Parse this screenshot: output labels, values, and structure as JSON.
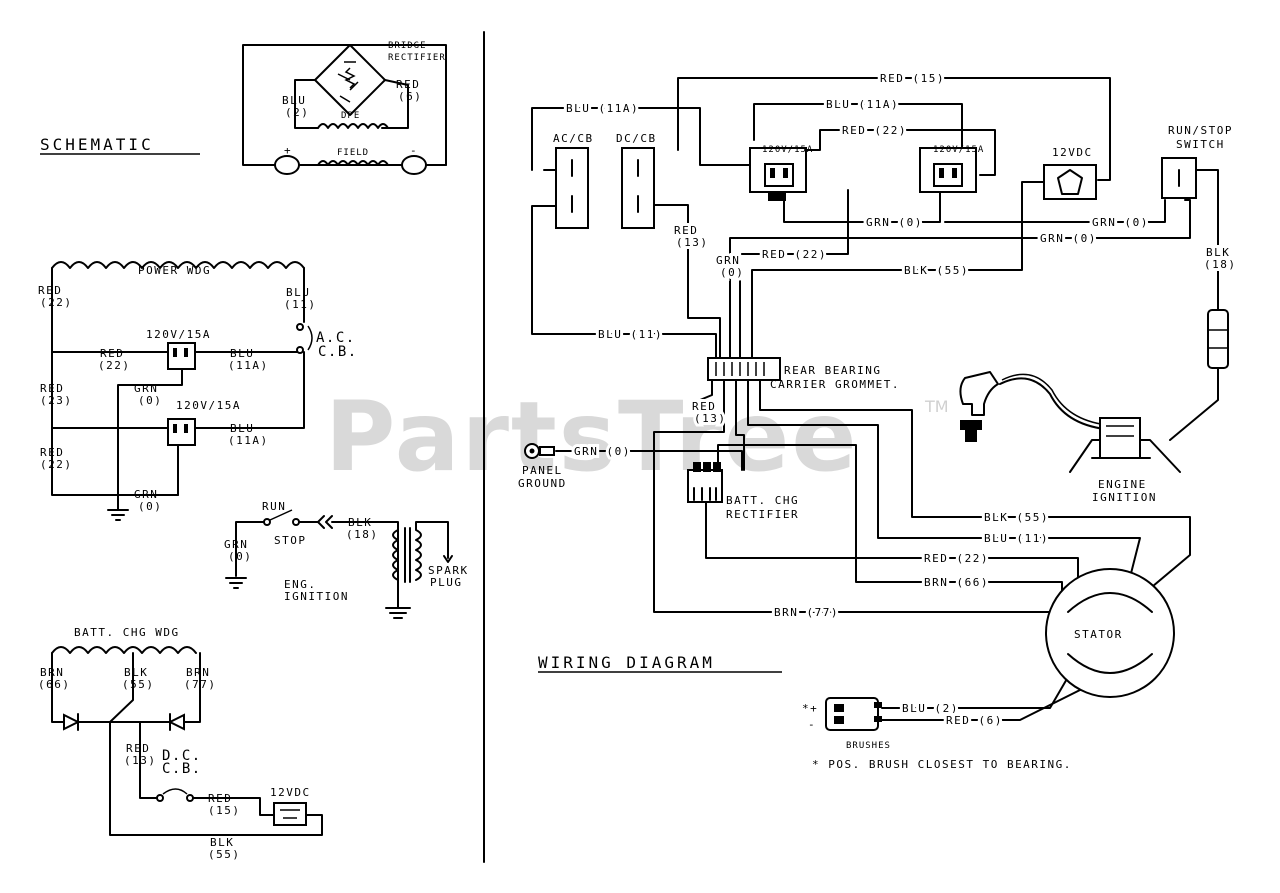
{
  "watermark": {
    "text": "PartsTree",
    "tm": "TM"
  },
  "schematic": {
    "title": "SCHEMATIC",
    "bridge_rectifier": [
      "BRIDGE",
      "RECTIFIER"
    ],
    "blu_2": [
      "BLU",
      "(2)"
    ],
    "red_6": [
      "RED",
      "(6)"
    ],
    "dpe": "DPE",
    "field": "FIELD",
    "plus": "+",
    "minus": "-",
    "power_wdg": "POWER WDG",
    "red_22_a": [
      "RED",
      "(22)"
    ],
    "blu_11": [
      "BLU",
      "(11)"
    ],
    "ac_cb": [
      "A.C.",
      "C.B."
    ],
    "outlet1_label": "120V/15A",
    "red_22_mid": [
      "RED",
      "(22)"
    ],
    "blu_11a_1": [
      "BLU",
      "(11A)"
    ],
    "red_23": [
      "RED",
      "(23)"
    ],
    "grn_0_a": [
      "GRN",
      "(0)"
    ],
    "outlet2_label": "120V/15A",
    "red_22_b": [
      "RED",
      "(22)"
    ],
    "blu_11a_2": [
      "BLU",
      "(11A)"
    ],
    "grn_0_b": [
      "GRN",
      "(0)"
    ],
    "run": "RUN",
    "stop": "STOP",
    "blk_18": [
      "BLK",
      "(18)"
    ],
    "grn_0_c": [
      "GRN",
      "(0)"
    ],
    "spark_plug": [
      "SPARK",
      "PLUG"
    ],
    "eng_ignition": [
      "ENG.",
      "IGNITION"
    ],
    "batt_chg_wdg": "BATT. CHG WDG",
    "brn_66": [
      "BRN",
      "(66)"
    ],
    "blk_55": [
      "BLK",
      "(55)"
    ],
    "brn_77": [
      "BRN",
      "(77)"
    ],
    "red_13": [
      "RED",
      "(13)"
    ],
    "dc_cb": [
      "D.C.",
      "C.B."
    ],
    "red_15": [
      "RED",
      "(15)"
    ],
    "vdc12": "12VDC",
    "blk_55_b": [
      "BLK",
      "(55)"
    ]
  },
  "wiring": {
    "title": "WIRING DIAGRAM",
    "red_15": "RED (15)",
    "blu_11a_top": "BLU (11A)",
    "blu_11a_2": "BLU (11A)",
    "ac_cb": "AC/CB",
    "dc_cb": "DC/CB",
    "red_22_top": "RED (22)",
    "outlet1": "120V/15A",
    "outlet2": "120V/15A",
    "vdc12": "12VDC",
    "run_stop_switch": [
      "RUN/STOP",
      "SWITCH"
    ],
    "red_13": [
      "RED",
      "(13)"
    ],
    "grn_0_a": "GRN (0)",
    "grn_0_b": "GRN (0)",
    "grn_0_c": "GRN (0)",
    "grn_0_vert": [
      "GRN",
      "(0)"
    ],
    "red_22_mid": "RED (22)",
    "blk_55_top": "BLK (55)",
    "blk_18": [
      "BLK",
      "(18)"
    ],
    "blu_11": "BLU (11)",
    "rear_bearing": [
      "REAR BEARING",
      "CARRIER GROMMET."
    ],
    "red_13_b": [
      "RED",
      "(13)"
    ],
    "panel_ground": [
      "PANEL",
      "GROUND"
    ],
    "grn_0_panel": "GRN (0)",
    "batt_chg_rect": [
      "BATT. CHG",
      "RECTIFIER"
    ],
    "engine_ignition": [
      "ENGINE",
      "IGNITION"
    ],
    "blk_55_low": "BLK (55)",
    "blu_11_low": "BLU (11)",
    "red_22_low": "RED (22)",
    "brn_66": "BRN (66)",
    "brn_77": "BRN (77)",
    "stator": "STATOR",
    "blu_2": "BLU (2)",
    "red_6": "RED (6)",
    "brushes": "BRUSHES",
    "pos_brush_note": "* POS. BRUSH CLOSEST TO BEARING.",
    "star_plus": "*+",
    "minus": "-"
  }
}
